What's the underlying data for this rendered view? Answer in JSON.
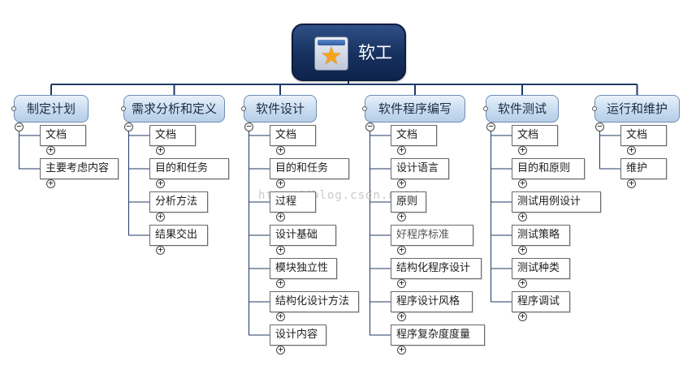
{
  "root": {
    "title": "软工",
    "icon": "calendar-star-icon"
  },
  "watermark": "http://blog.csdn.net/",
  "branches": [
    {
      "label": "制定计划",
      "children": [
        "文档",
        "主要考虑内容"
      ]
    },
    {
      "label": "需求分析和定义",
      "children": [
        "文档",
        "目的和任务",
        "分析方法",
        "结果交出"
      ]
    },
    {
      "label": "软件设计",
      "children": [
        "文档",
        "目的和任务",
        "过程",
        "设计基础",
        "模块独立性",
        "结构化设计方法",
        "设计内容"
      ]
    },
    {
      "label": "软件程序编写",
      "children": [
        "文档",
        "设计语言",
        "原则",
        "好程序标准",
        "结构化程序设计",
        "程序设计风格",
        "程序复杂度度量"
      ]
    },
    {
      "label": "软件测试",
      "children": [
        "文档",
        "目的和原则",
        "测试用例设计",
        "测试策略",
        "测试种类",
        "程序调试"
      ]
    },
    {
      "label": "运行和维护",
      "children": [
        "文档",
        "维护"
      ]
    }
  ],
  "colors": {
    "root": "#16305e",
    "branch": "#c6daef",
    "line": "#1f3a66"
  }
}
